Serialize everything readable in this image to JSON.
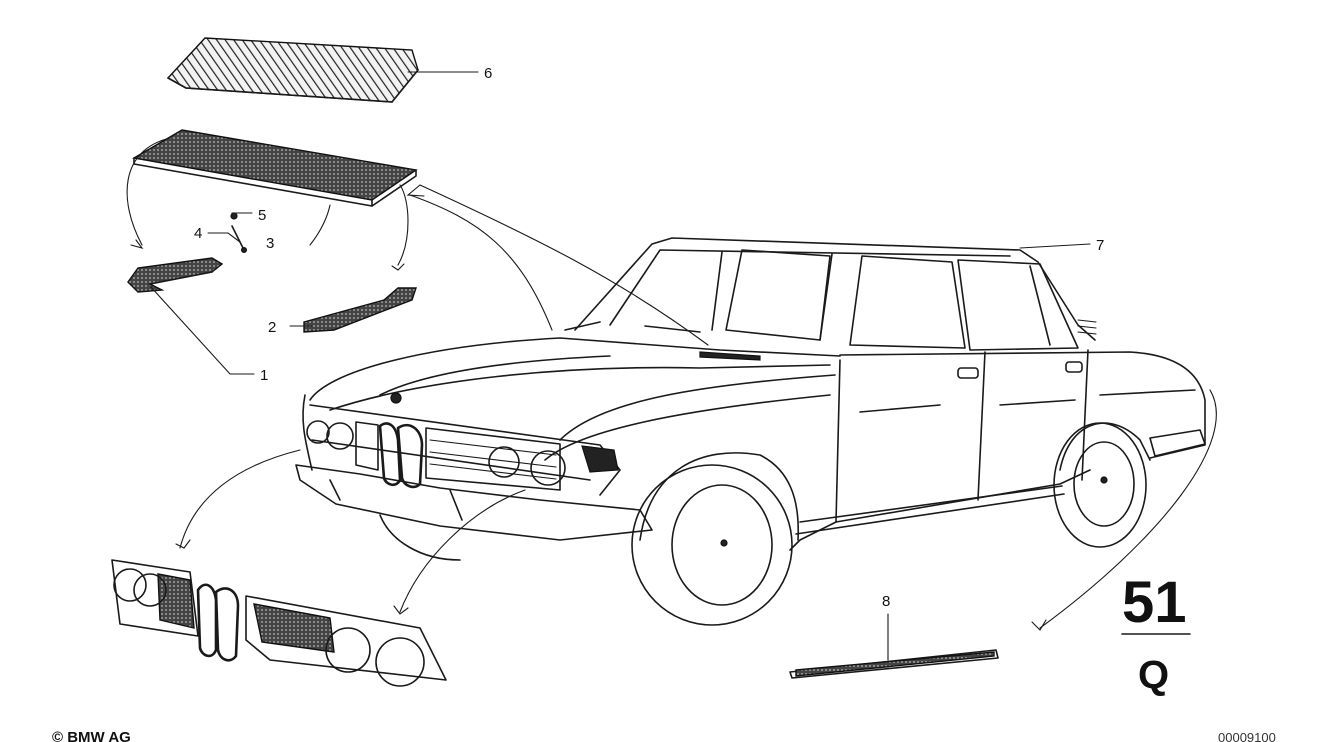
{
  "diagram": {
    "callouts": [
      {
        "id": "1",
        "label": "1"
      },
      {
        "id": "2",
        "label": "2"
      },
      {
        "id": "3",
        "label": "3"
      },
      {
        "id": "4",
        "label": "4"
      },
      {
        "id": "5",
        "label": "5"
      },
      {
        "id": "6",
        "label": "6"
      },
      {
        "id": "7",
        "label": "7"
      },
      {
        "id": "8",
        "label": "8"
      }
    ],
    "group_number": "51",
    "group_symbol": "Q",
    "copyright": "© BMW AG",
    "image_number": "00009100"
  }
}
